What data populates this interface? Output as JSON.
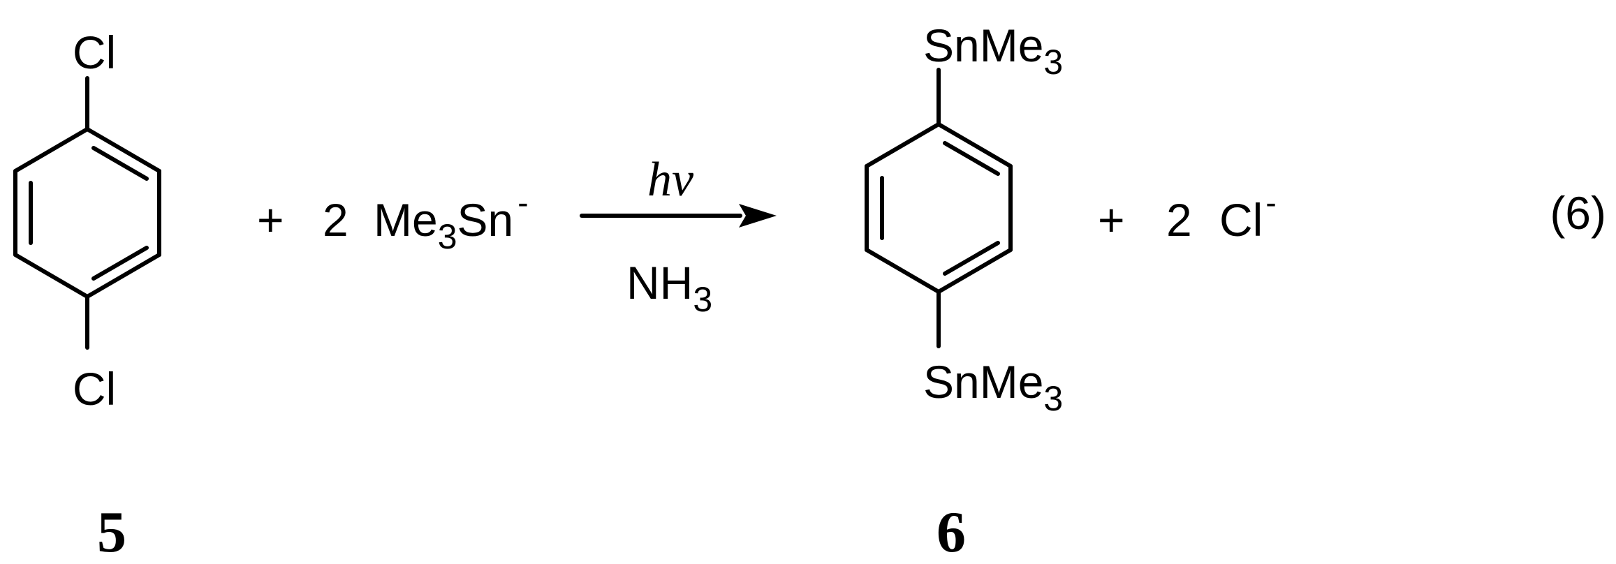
{
  "reactant": {
    "substituent_top": "Cl",
    "substituent_bottom": "Cl",
    "compound_number": "5"
  },
  "reagent": {
    "plus": "+",
    "coefficient": "2",
    "formula_main": "Me",
    "formula_subscript": "3",
    "formula_tail": "Sn",
    "charge": "-"
  },
  "conditions": {
    "above_arrow": "hν",
    "below_arrow_main": "NH",
    "below_arrow_subscript": "3"
  },
  "product": {
    "substituent_main": "SnMe",
    "substituent_subscript": "3",
    "compound_number": "6"
  },
  "byproduct": {
    "plus": "+",
    "coefficient": "2",
    "formula": "Cl",
    "charge": "-"
  },
  "equation_number": "(6)"
}
